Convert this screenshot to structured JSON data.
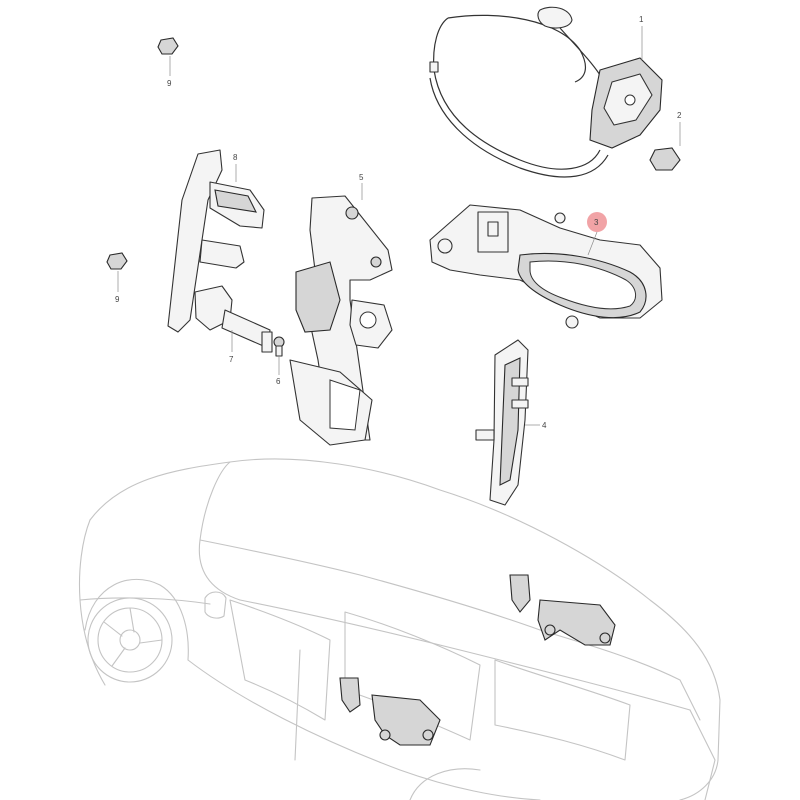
{
  "callouts": [
    {
      "id": "1",
      "label": "1"
    },
    {
      "id": "2",
      "label": "2"
    },
    {
      "id": "3",
      "label": "3"
    },
    {
      "id": "4",
      "label": "4"
    },
    {
      "id": "5",
      "label": "5"
    },
    {
      "id": "6",
      "label": "6"
    },
    {
      "id": "7",
      "label": "7"
    },
    {
      "id": "8",
      "label": "8"
    },
    {
      "id": "9a",
      "label": "9"
    },
    {
      "id": "9b",
      "label": "9"
    }
  ],
  "highlight_color": "#e8666a"
}
